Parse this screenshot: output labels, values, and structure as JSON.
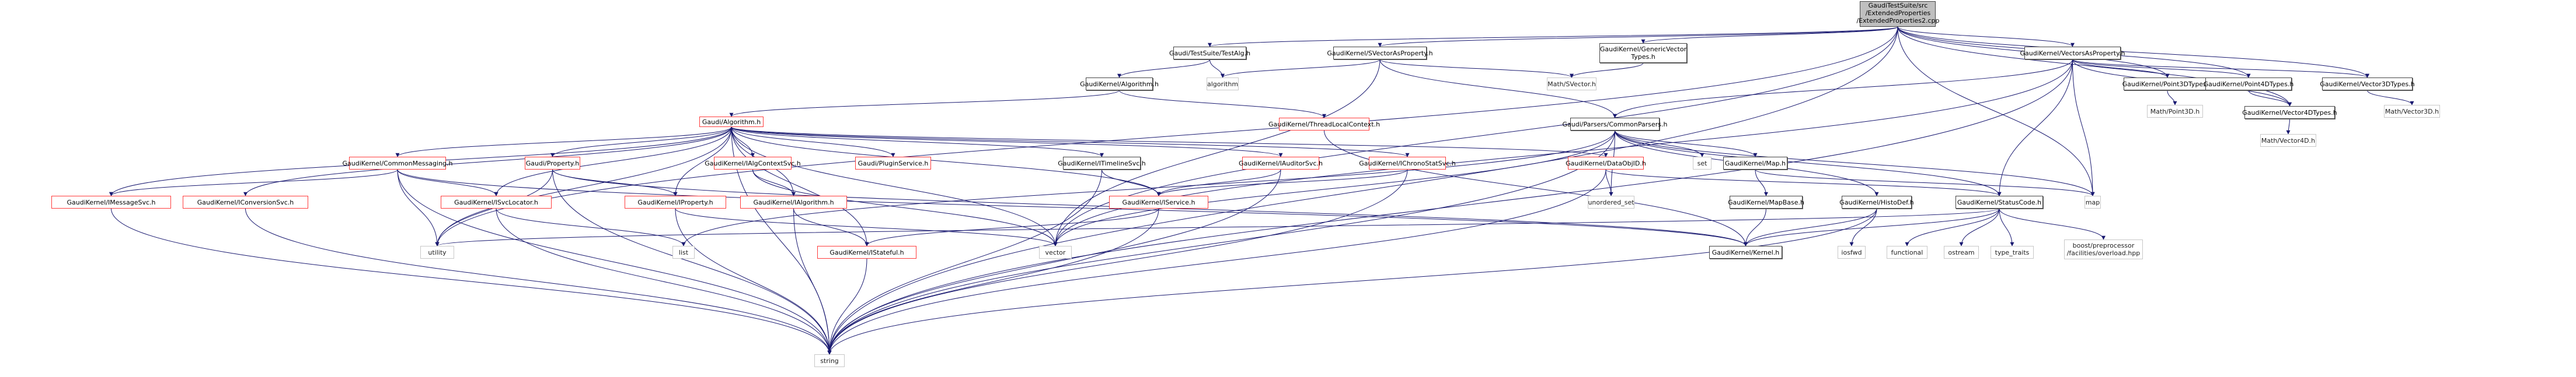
{
  "graph": {
    "title": "Include dependency graph",
    "edge_color": "#191970",
    "colors": {
      "root_fill": "#bfbfbf",
      "local_border": "#444444",
      "documented_red_border": "#ff3b3b",
      "system_border": "#c8c8c8"
    },
    "nodes": [
      {
        "id": "root",
        "kind": "root",
        "lines": [
          "GaudiTestSuite/src",
          "/ExtendedProperties",
          "/ExtendedProperties2.cpp"
        ]
      },
      {
        "id": "testalg",
        "kind": "local",
        "lines": [
          "Gaudi/TestSuite/TestAlg.h"
        ]
      },
      {
        "id": "svectorasprop",
        "kind": "local",
        "lines": [
          "GaudiKernel/SVectorAsProperty.h"
        ]
      },
      {
        "id": "genericvector",
        "kind": "local",
        "lines": [
          "GaudiKernel/GenericVector",
          "Types.h"
        ]
      },
      {
        "id": "vectorsasprop",
        "kind": "local",
        "lines": [
          "GaudiKernel/VectorsAsProperty.h"
        ]
      },
      {
        "id": "gk_algorithm",
        "kind": "local",
        "lines": [
          "GaudiKernel/Algorithm.h"
        ]
      },
      {
        "id": "algorithm",
        "kind": "sys",
        "lines": [
          "algorithm"
        ]
      },
      {
        "id": "math_svector",
        "kind": "sys",
        "lines": [
          "Math/SVector.h"
        ]
      },
      {
        "id": "point3d",
        "kind": "local",
        "lines": [
          "GaudiKernel/Point3DTypes.h"
        ]
      },
      {
        "id": "point4d",
        "kind": "local",
        "lines": [
          "GaudiKernel/Point4DTypes.h"
        ]
      },
      {
        "id": "vector3d",
        "kind": "local",
        "lines": [
          "GaudiKernel/Vector3DTypes.h"
        ]
      },
      {
        "id": "math_point3d",
        "kind": "sys",
        "lines": [
          "Math/Point3D.h"
        ]
      },
      {
        "id": "vector4d",
        "kind": "local",
        "lines": [
          "GaudiKernel/Vector4DTypes.h"
        ]
      },
      {
        "id": "math_vector3d",
        "kind": "sys",
        "lines": [
          "Math/Vector3D.h"
        ]
      },
      {
        "id": "math_vector4d",
        "kind": "sys",
        "lines": [
          "Math/Vector4D.h"
        ]
      },
      {
        "id": "gaudi_algorithm",
        "kind": "red",
        "lines": [
          "Gaudi/Algorithm.h"
        ]
      },
      {
        "id": "threadlocal",
        "kind": "red",
        "lines": [
          "GaudiKernel/ThreadLocalContext.h"
        ]
      },
      {
        "id": "commonparsers",
        "kind": "local",
        "lines": [
          "Gaudi/Parsers/CommonParsers.h"
        ]
      },
      {
        "id": "commonmessaging",
        "kind": "red",
        "lines": [
          "GaudiKernel/CommonMessaging.h"
        ]
      },
      {
        "id": "property",
        "kind": "red",
        "lines": [
          "Gaudi/Property.h"
        ]
      },
      {
        "id": "ialgcontext",
        "kind": "red",
        "lines": [
          "GaudiKernel/IAlgContextSvc.h"
        ]
      },
      {
        "id": "pluginservice",
        "kind": "red",
        "lines": [
          "Gaudi/PluginService.h"
        ]
      },
      {
        "id": "itimeline",
        "kind": "local",
        "lines": [
          "GaudiKernel/ITimelineSvc.h"
        ]
      },
      {
        "id": "iauditor",
        "kind": "red",
        "lines": [
          "GaudiKernel/IAuditorSvc.h"
        ]
      },
      {
        "id": "ichrono",
        "kind": "red",
        "lines": [
          "GaudiKernel/IChronoStatSvc.h"
        ]
      },
      {
        "id": "dataobjid",
        "kind": "red",
        "lines": [
          "GaudiKernel/DataObjID.h"
        ]
      },
      {
        "id": "set",
        "kind": "sys",
        "lines": [
          "set"
        ]
      },
      {
        "id": "gk_map",
        "kind": "local",
        "lines": [
          "GaudiKernel/Map.h"
        ]
      },
      {
        "id": "imessagesvc",
        "kind": "red",
        "lines": [
          "GaudiKernel/IMessageSvc.h"
        ]
      },
      {
        "id": "iconversion",
        "kind": "red",
        "lines": [
          "GaudiKernel/IConversionSvc.h"
        ]
      },
      {
        "id": "isvclocator",
        "kind": "red",
        "lines": [
          "GaudiKernel/ISvcLocator.h"
        ]
      },
      {
        "id": "iproperty",
        "kind": "red",
        "lines": [
          "GaudiKernel/IProperty.h"
        ]
      },
      {
        "id": "ialgorithm",
        "kind": "red",
        "lines": [
          "GaudiKernel/IAlgorithm.h"
        ]
      },
      {
        "id": "iservice",
        "kind": "red",
        "lines": [
          "GaudiKernel/IService.h"
        ]
      },
      {
        "id": "unordered_set",
        "kind": "sys",
        "lines": [
          "unordered_set"
        ]
      },
      {
        "id": "mapbase",
        "kind": "local",
        "lines": [
          "GaudiKernel/MapBase.h"
        ]
      },
      {
        "id": "histodef",
        "kind": "local",
        "lines": [
          "GaudiKernel/HistoDef.h"
        ]
      },
      {
        "id": "statuscode",
        "kind": "local",
        "lines": [
          "GaudiKernel/StatusCode.h"
        ]
      },
      {
        "id": "map",
        "kind": "sys",
        "lines": [
          "map"
        ]
      },
      {
        "id": "utility",
        "kind": "sys",
        "lines": [
          "utility"
        ]
      },
      {
        "id": "list",
        "kind": "sys",
        "lines": [
          "list"
        ]
      },
      {
        "id": "istateful",
        "kind": "red",
        "lines": [
          "GaudiKernel/IStateful.h"
        ]
      },
      {
        "id": "vector",
        "kind": "sys",
        "lines": [
          "vector"
        ]
      },
      {
        "id": "kernel",
        "kind": "local",
        "lines": [
          "GaudiKernel/Kernel.h"
        ]
      },
      {
        "id": "iosfwd",
        "kind": "sys",
        "lines": [
          "iosfwd"
        ]
      },
      {
        "id": "functional",
        "kind": "sys",
        "lines": [
          "functional"
        ]
      },
      {
        "id": "ostream",
        "kind": "sys",
        "lines": [
          "ostream"
        ]
      },
      {
        "id": "type_traits",
        "kind": "sys",
        "lines": [
          "type_traits"
        ]
      },
      {
        "id": "boost_overload",
        "kind": "sys",
        "lines": [
          "boost/preprocessor",
          "/facilities/overload.hpp"
        ]
      },
      {
        "id": "string",
        "kind": "sys",
        "lines": [
          "string"
        ]
      }
    ],
    "edges": [
      [
        "root",
        "testalg"
      ],
      [
        "root",
        "svectorasprop"
      ],
      [
        "root",
        "genericvector"
      ],
      [
        "root",
        "vectorsasprop"
      ],
      [
        "root",
        "point3d"
      ],
      [
        "root",
        "point4d"
      ],
      [
        "root",
        "vector3d"
      ],
      [
        "root",
        "vector4d"
      ],
      [
        "root",
        "vector"
      ],
      [
        "root",
        "map"
      ],
      [
        "root",
        "string"
      ],
      [
        "root",
        "utility"
      ],
      [
        "testalg",
        "gk_algorithm"
      ],
      [
        "testalg",
        "algorithm"
      ],
      [
        "svectorasprop",
        "algorithm"
      ],
      [
        "svectorasprop",
        "math_svector"
      ],
      [
        "svectorasprop",
        "commonparsers"
      ],
      [
        "svectorasprop",
        "vector"
      ],
      [
        "genericvector",
        "math_svector"
      ],
      [
        "vectorsasprop",
        "point3d"
      ],
      [
        "vectorsasprop",
        "point4d"
      ],
      [
        "vectorsasprop",
        "vector3d"
      ],
      [
        "vectorsasprop",
        "vector4d"
      ],
      [
        "vectorsasprop",
        "commonparsers"
      ],
      [
        "vectorsasprop",
        "statuscode"
      ],
      [
        "vectorsasprop",
        "map"
      ],
      [
        "vectorsasprop",
        "string"
      ],
      [
        "vectorsasprop",
        "vector"
      ],
      [
        "point3d",
        "math_point3d"
      ],
      [
        "point4d",
        "vector4d"
      ],
      [
        "vector3d",
        "math_vector3d"
      ],
      [
        "vector4d",
        "math_vector4d"
      ],
      [
        "gk_algorithm",
        "gaudi_algorithm"
      ],
      [
        "gk_algorithm",
        "threadlocal"
      ],
      [
        "threadlocal",
        "kernel"
      ],
      [
        "gaudi_algorithm",
        "commonmessaging"
      ],
      [
        "gaudi_algorithm",
        "property"
      ],
      [
        "gaudi_algorithm",
        "ialgcontext"
      ],
      [
        "gaudi_algorithm",
        "pluginservice"
      ],
      [
        "gaudi_algorithm",
        "itimeline"
      ],
      [
        "gaudi_algorithm",
        "iauditor"
      ],
      [
        "gaudi_algorithm",
        "ichrono"
      ],
      [
        "gaudi_algorithm",
        "dataobjid"
      ],
      [
        "gaudi_algorithm",
        "imessagesvc"
      ],
      [
        "gaudi_algorithm",
        "iconversion"
      ],
      [
        "gaudi_algorithm",
        "isvclocator"
      ],
      [
        "gaudi_algorithm",
        "iproperty"
      ],
      [
        "gaudi_algorithm",
        "ialgorithm"
      ],
      [
        "gaudi_algorithm",
        "iservice"
      ],
      [
        "gaudi_algorithm",
        "istateful"
      ],
      [
        "gaudi_algorithm",
        "string"
      ],
      [
        "gaudi_algorithm",
        "vector"
      ],
      [
        "gaudi_algorithm",
        "utility"
      ],
      [
        "commonparsers",
        "set"
      ],
      [
        "commonparsers",
        "gk_map"
      ],
      [
        "commonparsers",
        "histodef"
      ],
      [
        "commonparsers",
        "statuscode"
      ],
      [
        "commonparsers",
        "map"
      ],
      [
        "commonparsers",
        "unordered_set"
      ],
      [
        "commonparsers",
        "list"
      ],
      [
        "commonparsers",
        "vector"
      ],
      [
        "commonparsers",
        "string"
      ],
      [
        "commonmessaging",
        "imessagesvc"
      ],
      [
        "commonmessaging",
        "isvclocator"
      ],
      [
        "commonmessaging",
        "kernel"
      ],
      [
        "commonmessaging",
        "utility"
      ],
      [
        "commonmessaging",
        "string"
      ],
      [
        "property",
        "iproperty"
      ],
      [
        "property",
        "kernel"
      ],
      [
        "property",
        "utility"
      ],
      [
        "property",
        "string"
      ],
      [
        "ialgcontext",
        "ialgorithm"
      ],
      [
        "ialgcontext",
        "vector"
      ],
      [
        "itimeline",
        "iservice"
      ],
      [
        "itimeline",
        "string"
      ],
      [
        "iauditor",
        "iservice"
      ],
      [
        "iauditor",
        "string"
      ],
      [
        "ichrono",
        "iservice"
      ],
      [
        "ichrono",
        "string"
      ],
      [
        "dataobjid",
        "unordered_set"
      ],
      [
        "dataobjid",
        "statuscode"
      ],
      [
        "dataobjid",
        "string"
      ],
      [
        "gk_map",
        "mapbase"
      ],
      [
        "gk_map",
        "map"
      ],
      [
        "mapbase",
        "kernel"
      ],
      [
        "histodef",
        "kernel"
      ],
      [
        "histodef",
        "iosfwd"
      ],
      [
        "histodef",
        "string"
      ],
      [
        "statuscode",
        "kernel"
      ],
      [
        "statuscode",
        "functional"
      ],
      [
        "statuscode",
        "ostream"
      ],
      [
        "statuscode",
        "type_traits"
      ],
      [
        "statuscode",
        "boost_overload"
      ],
      [
        "statuscode",
        "utility"
      ],
      [
        "imessagesvc",
        "string"
      ],
      [
        "iconversion",
        "string"
      ],
      [
        "isvclocator",
        "list"
      ],
      [
        "isvclocator",
        "string"
      ],
      [
        "iproperty",
        "vector"
      ],
      [
        "iproperty",
        "string"
      ],
      [
        "ialgorithm",
        "istateful"
      ],
      [
        "ialgorithm",
        "string"
      ],
      [
        "iservice",
        "istateful"
      ],
      [
        "iservice",
        "string"
      ],
      [
        "istateful",
        "string"
      ]
    ]
  }
}
